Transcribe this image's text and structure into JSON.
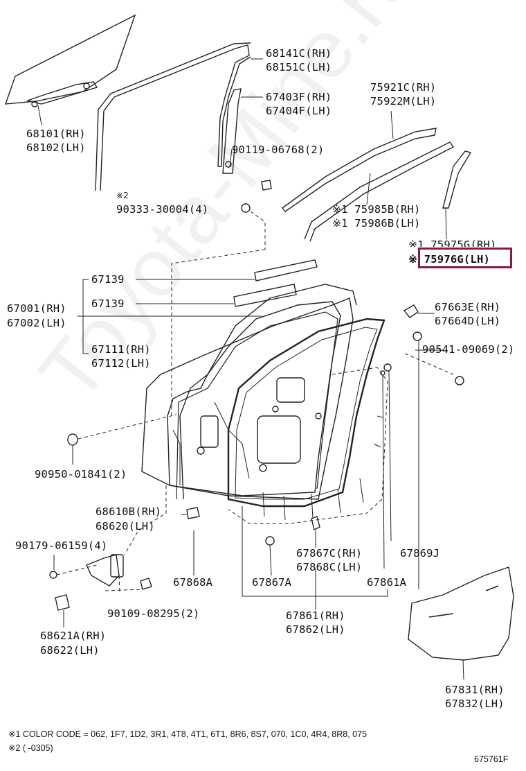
{
  "watermark": "Toyota-Mine.ru",
  "highlight_color": "#8b1a3a",
  "labels": {
    "p68141C": "68141C(RH)",
    "p68151C": "68151C(LH)",
    "p67403F": "67403F(RH)",
    "p67404F": "67404F(LH)",
    "p75921C": "75921C(RH)",
    "p75922M": "75922M(LH)",
    "p68101": "68101(RH)",
    "p68102": "68102(LH)",
    "p90119": "90119-06768(2)",
    "mark2a": "※2",
    "p90333": "90333-30004(4)",
    "p75985B": "※1 75985B(RH)",
    "p75986B": "※1 75986B(LH)",
    "p75975G": "※1 75975G(RH)",
    "p75976G": "※  75976G(LH)",
    "p67139a": "67139",
    "p67139b": "67139",
    "p67001": "67001(RH)",
    "p67002": "67002(LH)",
    "p67663E": "67663E(RH)",
    "p67664D": "67664D(LH)",
    "p67111": "67111(RH)",
    "p67112": "67112(LH)",
    "p90541": "90541-09069(2)",
    "p90950": "90950-01841(2)",
    "p68610B": "68610B(RH)",
    "p68620": "68620(LH)",
    "p90179": "90179-06159(4)",
    "p67867C": "67867C(RH)",
    "p67868C": "67868C(LH)",
    "p67869J": "67869J",
    "p67868A": "67868A",
    "p67867A": "67867A",
    "p67861A": "67861A",
    "p90109": "90109-08295(2)",
    "p67861": "67861(RH)",
    "p67862": "67862(LH)",
    "p68621A": "68621A(RH)",
    "p68622": "68622(LH)",
    "p67831": "67831(RH)",
    "p67832": "67832(LH)"
  },
  "notes": {
    "note1": "※1 COLOR CODE = 062, 1F7, 1D2, 3R1, 4T8, 4T1, 6T1, 8R6, 8S7, 070, 1C0, 4R4, 8R8, 075",
    "note2": "※2 (        -0305)",
    "diagram_code": "675761F"
  }
}
